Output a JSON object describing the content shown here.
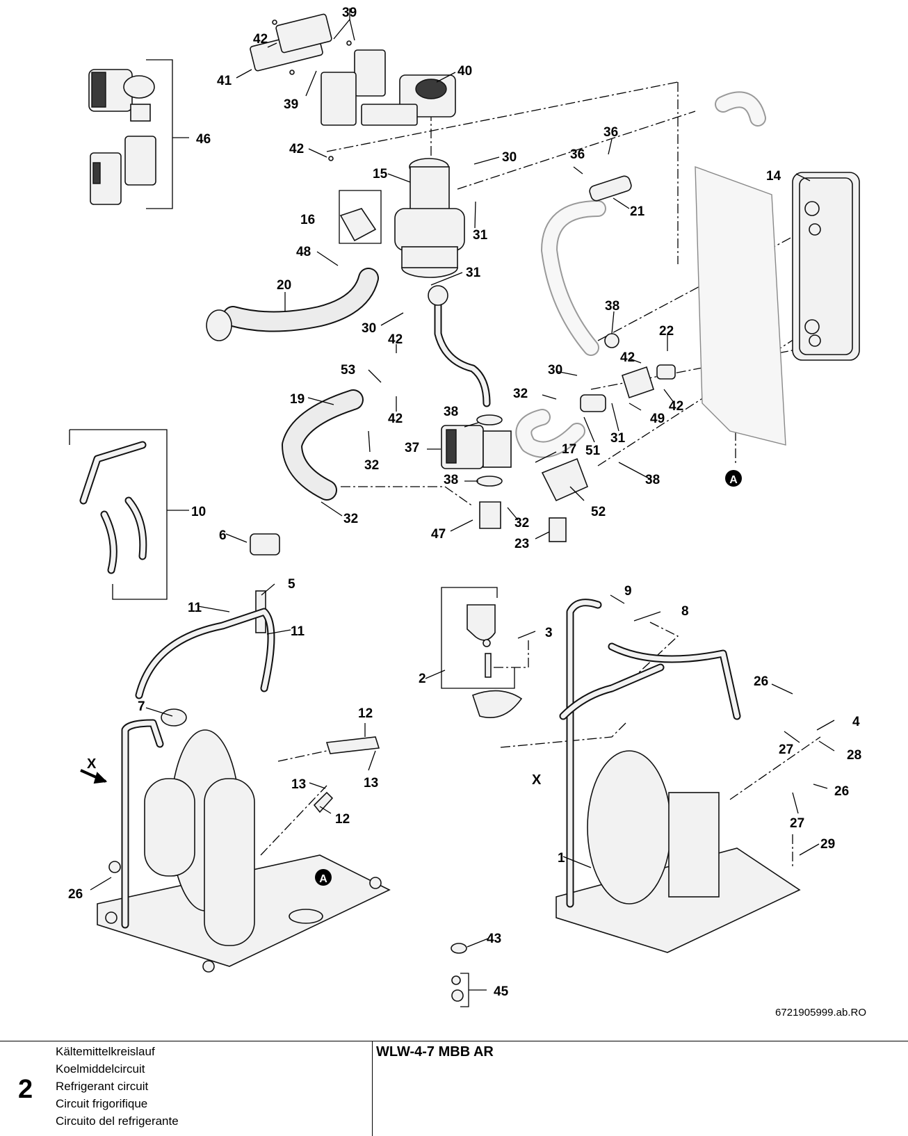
{
  "diagram": {
    "callouts": [
      {
        "id": "c1",
        "text": "1"
      },
      {
        "id": "c2",
        "text": "2"
      },
      {
        "id": "c3",
        "text": "3"
      },
      {
        "id": "c4",
        "text": "4"
      },
      {
        "id": "c5",
        "text": "5"
      },
      {
        "id": "c6",
        "text": "6"
      },
      {
        "id": "c7",
        "text": "7"
      },
      {
        "id": "c8",
        "text": "8"
      },
      {
        "id": "c9",
        "text": "9"
      },
      {
        "id": "c10",
        "text": "10"
      },
      {
        "id": "c11a",
        "text": "11"
      },
      {
        "id": "c11b",
        "text": "11"
      },
      {
        "id": "c12a",
        "text": "12"
      },
      {
        "id": "c12b",
        "text": "12"
      },
      {
        "id": "c13a",
        "text": "13"
      },
      {
        "id": "c13b",
        "text": "13"
      },
      {
        "id": "c14",
        "text": "14"
      },
      {
        "id": "c15",
        "text": "15"
      },
      {
        "id": "c16",
        "text": "16"
      },
      {
        "id": "c17",
        "text": "17"
      },
      {
        "id": "c19",
        "text": "19"
      },
      {
        "id": "c20",
        "text": "20"
      },
      {
        "id": "c21",
        "text": "21"
      },
      {
        "id": "c22",
        "text": "22"
      },
      {
        "id": "c23",
        "text": "23"
      },
      {
        "id": "c26a",
        "text": "26"
      },
      {
        "id": "c26b",
        "text": "26"
      },
      {
        "id": "c26c",
        "text": "26"
      },
      {
        "id": "c27a",
        "text": "27"
      },
      {
        "id": "c27b",
        "text": "27"
      },
      {
        "id": "c28",
        "text": "28"
      },
      {
        "id": "c29",
        "text": "29"
      },
      {
        "id": "c30a",
        "text": "30"
      },
      {
        "id": "c30b",
        "text": "30"
      },
      {
        "id": "c30c",
        "text": "30"
      },
      {
        "id": "c31a",
        "text": "31"
      },
      {
        "id": "c31b",
        "text": "31"
      },
      {
        "id": "c31c",
        "text": "31"
      },
      {
        "id": "c32a",
        "text": "32"
      },
      {
        "id": "c32b",
        "text": "32"
      },
      {
        "id": "c32c",
        "text": "32"
      },
      {
        "id": "c32d",
        "text": "32"
      },
      {
        "id": "c36a",
        "text": "36"
      },
      {
        "id": "c36b",
        "text": "36"
      },
      {
        "id": "c37",
        "text": "37"
      },
      {
        "id": "c38a",
        "text": "38"
      },
      {
        "id": "c38b",
        "text": "38"
      },
      {
        "id": "c38c",
        "text": "38"
      },
      {
        "id": "c38d",
        "text": "38"
      },
      {
        "id": "c39a",
        "text": "39"
      },
      {
        "id": "c39b",
        "text": "39"
      },
      {
        "id": "c40",
        "text": "40"
      },
      {
        "id": "c41",
        "text": "41"
      },
      {
        "id": "c42a",
        "text": "42"
      },
      {
        "id": "c42b",
        "text": "42"
      },
      {
        "id": "c42c",
        "text": "42"
      },
      {
        "id": "c42d",
        "text": "42"
      },
      {
        "id": "c42e",
        "text": "42"
      },
      {
        "id": "c42f",
        "text": "42"
      },
      {
        "id": "c43",
        "text": "43"
      },
      {
        "id": "c45",
        "text": "45"
      },
      {
        "id": "c46",
        "text": "46"
      },
      {
        "id": "c47",
        "text": "47"
      },
      {
        "id": "c48",
        "text": "48"
      },
      {
        "id": "c49",
        "text": "49"
      },
      {
        "id": "c51",
        "text": "51"
      },
      {
        "id": "c52",
        "text": "52"
      },
      {
        "id": "c53",
        "text": "53"
      }
    ],
    "view_labels": {
      "x_left": "X",
      "x_right": "X",
      "ref_a": "A"
    },
    "document_number": "6721905999.ab.RO"
  },
  "footer": {
    "section_number": "2",
    "titles": [
      "Kältemittelkreislauf",
      "Koelmiddelcircuit",
      "Refrigerant circuit",
      "Circuit frigorifique",
      "Circuito del refrigerante"
    ],
    "model": "WLW-4-7 MBB AR"
  }
}
